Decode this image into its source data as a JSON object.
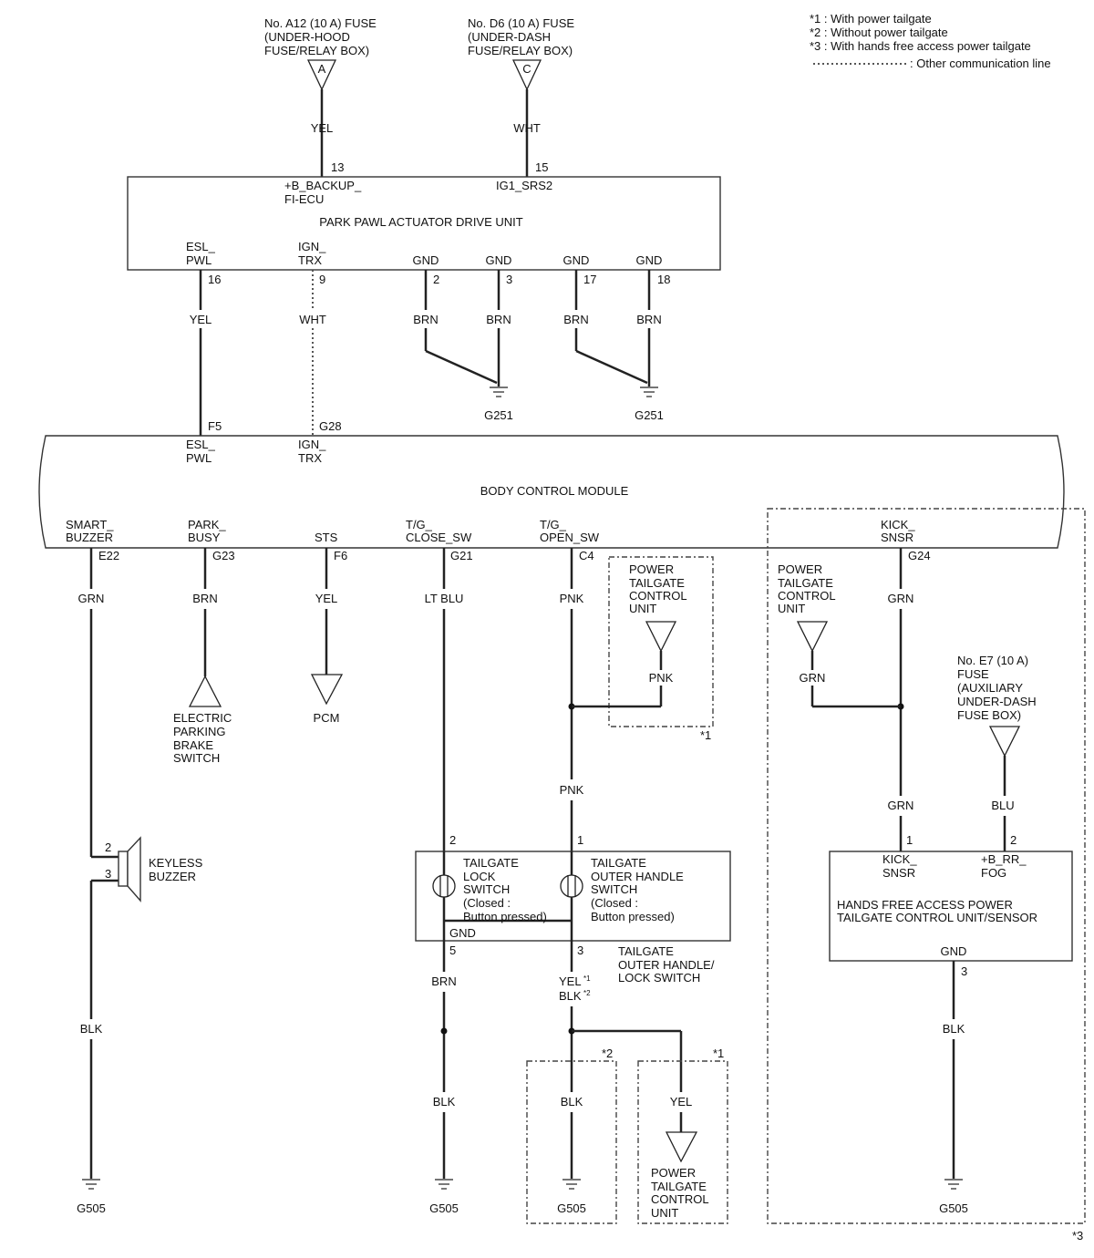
{
  "legend": {
    "n1": "*1 : With power tailgate",
    "n2": "*2 : Without power tailgate",
    "n3": "*3 : With hands free access power tailgate",
    "n4": ": Other communication line"
  },
  "fuse_a12": {
    "l1": "No. A12 (10 A) FUSE",
    "l2": "(UNDER-HOOD",
    "l3": "FUSE/RELAY BOX)",
    "conn": "A",
    "wire": "YEL",
    "pin": "13"
  },
  "fuse_d6": {
    "l1": "No. D6 (10 A) FUSE",
    "l2": "(UNDER-DASH",
    "l3": "FUSE/RELAY BOX)",
    "conn": "C",
    "wire": "WHT",
    "pin": "15"
  },
  "ppadu": {
    "title": "PARK PAWL ACTUATOR DRIVE UNIT",
    "b1": "+B_BACKUP_",
    "b2": "FI-ECU",
    "ig": "IG1_SRS2",
    "esl1": "ESL_",
    "esl2": "PWL",
    "ign1": "IGN_",
    "ign2": "TRX",
    "gnd": "GND",
    "p16": "16",
    "p9": "9",
    "p2": "2",
    "p3": "3",
    "p17": "17",
    "p18": "18"
  },
  "wires_top": {
    "yel": "YEL",
    "wht": "WHT",
    "brn": "BRN"
  },
  "ground_g251": "G251",
  "bcm": {
    "title": "BODY CONTROL MODULE",
    "f5": "F5",
    "g28": "G28",
    "esl1": "ESL_",
    "esl2": "PWL",
    "ign1": "IGN_",
    "ign2": "TRX",
    "sb1": "SMART_",
    "sb2": "BUZZER",
    "pb1": "PARK_",
    "pb2": "BUSY",
    "sts": "STS",
    "tc1": "T/G_",
    "tc2": "CLOSE_SW",
    "to1": "T/G_",
    "to2": "OPEN_SW",
    "ks1": "KICK_",
    "ks2": "SNSR",
    "e22": "E22",
    "g23": "G23",
    "f6": "F6",
    "g21": "G21",
    "c4": "C4",
    "g24": "G24"
  },
  "wires_mid": {
    "grn": "GRN",
    "brn": "BRN",
    "yel": "YEL",
    "ltblu": "LT BLU",
    "pnk": "PNK",
    "blk": "BLK",
    "blu": "BLU"
  },
  "epb": {
    "l1": "ELECTRIC",
    "l2": "PARKING",
    "l3": "BRAKE",
    "l4": "SWITCH"
  },
  "pcm": "PCM",
  "ptcu": {
    "l1": "POWER",
    "l2": "TAILGATE",
    "l3": "CONTROL",
    "l4": "UNIT"
  },
  "notes": {
    "s1": "*1",
    "s2": "*2",
    "s3": "*3"
  },
  "fuse_e7": {
    "l1": "No. E7 (10 A)",
    "l2": "FUSE",
    "l3": "(AUXILIARY",
    "l4": "UNDER-DASH",
    "l5": "FUSE BOX)"
  },
  "buzzer": {
    "l1": "KEYLESS",
    "l2": "BUZZER",
    "p2": "2",
    "p3": "3"
  },
  "tailgate": {
    "lock1": "TAILGATE",
    "lock2": "LOCK",
    "lock3": "SWITCH",
    "lock4": "(Closed :",
    "lock5": "Button pressed)",
    "oh1": "TAILGATE",
    "oh2": "OUTER HANDLE",
    "oh3": "SWITCH",
    "oh4": "(Closed :",
    "oh5": "Button pressed)",
    "gnd": "GND",
    "p2": "2",
    "p1": "1",
    "p5": "5",
    "p3": "3",
    "name1": "TAILGATE",
    "name2": "OUTER HANDLE/",
    "name3": "LOCK SWITCH",
    "yel1": "YEL",
    "blk2": "BLK"
  },
  "hfa": {
    "kick1": "KICK_",
    "kick2": "SNSR",
    "brr1": "+B_RR_",
    "brr2": "FOG",
    "name1": "HANDS FREE ACCESS POWER",
    "name2": "TAILGATE CONTROL UNIT/SENSOR",
    "gnd": "GND",
    "p1": "1",
    "p2": "2",
    "p3": "3"
  },
  "ground_g505": "G505"
}
